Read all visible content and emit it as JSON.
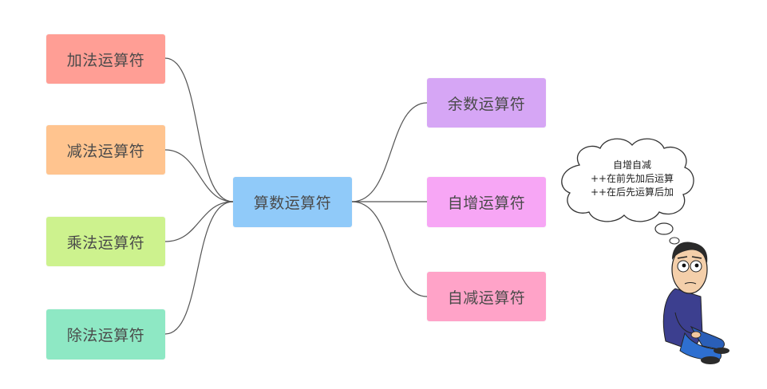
{
  "center": {
    "label": "算数运算符",
    "color": "#90caf9"
  },
  "left_branches": [
    {
      "label": "加法运算符",
      "color": "#ff9e95"
    },
    {
      "label": "减法运算符",
      "color": "#ffc48f"
    },
    {
      "label": "乘法运算符",
      "color": "#cdf28e"
    },
    {
      "label": "除法运算符",
      "color": "#8ee8c4"
    }
  ],
  "right_branches": [
    {
      "label": "余数运算符",
      "color": "#d6a6f5"
    },
    {
      "label": "自增运算符",
      "color": "#f7a6f5"
    },
    {
      "label": "自减运算符",
      "color": "#ffa3c8"
    }
  ],
  "thought_bubble": {
    "lines": [
      "自增自减",
      "++在前先加后运算",
      "++在后先运算后加"
    ]
  },
  "colors": {
    "edge": "#555555",
    "text": "#4a4a4a"
  }
}
